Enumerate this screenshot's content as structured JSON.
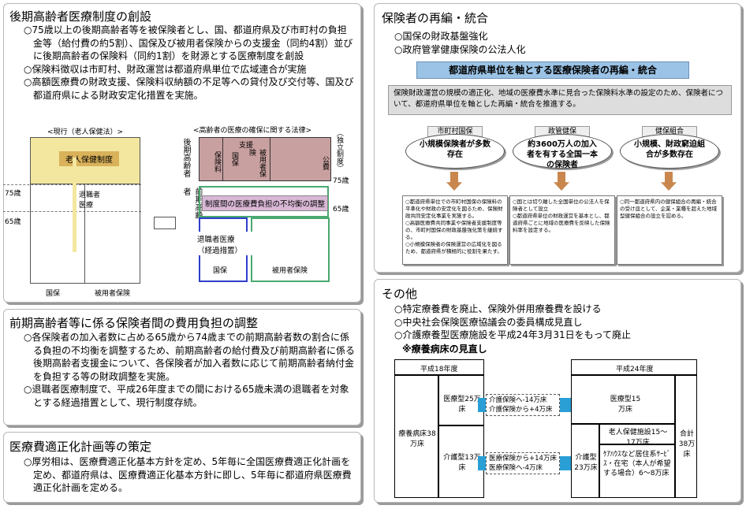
{
  "p1": {
    "title": "後期高齢者医療制度の創設",
    "bullets": [
      "○75歳以上の後期高齢者等を被保険者とし、国、都道府県及び市町村の負担金等（給付費の約5割）、国保及び被用者保険からの支援金（同約4割）並びに後期高齢者の保険料（同約1割）を財源とする医療制度を創設",
      "○保険料徴収は市町村、財政運営は都道府県単位で広域連合が実施",
      "○高額医療費の財政支援、保険料収納額の不足等への貸付及び交付等、国及び都道府県による財政安定化措置を実施。"
    ],
    "left_caption": "<現行（老人保健法）>",
    "right_caption": "<高齢者の医療の確保に関する法律>",
    "roken": "老人保健制度",
    "taishokusha": "退職者医療",
    "age75": "75歳",
    "age65": "65歳",
    "kokuho": "国保",
    "hiyosha": "被用者保険",
    "kouki_label": "後期高齢者",
    "zenki_label": "前期高齢者",
    "hokenryo": "保険料",
    "shien": "支援",
    "kokuho_small": "国保",
    "hiyosha_small": "被用者保険",
    "kouhi": "公費",
    "dokuritsu": "（独立制度）",
    "futan": "制度間の医療費負担の不均衡の調整",
    "taishoku_new": "退職者医療（経過措置）",
    "kokuho_r": "国保",
    "hiyosha_r": "被用者保険",
    "age75r": "75歳",
    "age65r": "65歳"
  },
  "p2": {
    "title": "前期高齢者等に係る保険者間の費用負担の調整",
    "bullets": [
      "○各保険者の加入者数に占める65歳から74歳までの前期高齢者数の割合に係る負担の不均衡を調整するため、前期高齢者の給付費及び前期高齢者に係る後期高齢者支援金について、各保険者が加入者数に応じて前期高齢者納付金を負担する等の財政調整を実施。",
      "○退職者医療制度で、平成26年度までの間における65歳未満の退職者を対象とする経過措置として、現行制度存続。"
    ]
  },
  "p3": {
    "title": "医療費適正化計画等の策定",
    "bullets": [
      "○厚労相は、医療費適正化基本方針を定め、5年毎に全国医療費適正化計画を定め、都道府県は、医療費適正化基本方針に即し、5年毎に都道府県医療費適正化計画を定める。"
    ]
  },
  "p4": {
    "title": "保険者の再編・統合",
    "bullets": [
      "○国保の財政基盤強化",
      "○政府管掌健康保険の公法人化"
    ],
    "banner": "都道府県単位を軸とする医療保険者の再編・統合",
    "desc": "保険財政運営の規模の適正化、地域の医療費水準に見合った保険料水準の設定のため、保険者について、都道府県単位を軸とした再編・統合を推進する。",
    "cols": [
      {
        "tab": "市町村国保",
        "oval": "小規模保険者が多数存在",
        "notes": "○都道府県単位での市町村国保の保険料の平準化や財政の安定化を図るため、保険財政共同安定化事業を実施する。\n○高額医療費共同事業や保険者支援制度等の、市町村国保の財政基盤強化策を継続する。\n○小規模保険者の保険運営の広域化を図るため、都道府県が積極的に役割を果たす。"
      },
      {
        "tab": "政管健保",
        "oval": "約3600万人の加入者を有する全国一本の保険者",
        "notes": "○国とは切り離した全国単位の公法人を保険者として設立\n○都道府県単位の財政運営を基本とし、都道府県ごとに地域の医療費を反映した保険料率を設定する。"
      },
      {
        "tab": "健保組合",
        "oval": "小規模、財政窮迫組合が多数存在",
        "notes": "○同一都道府県内の健保組合の再編・統合の受け皿として、企業・業種を超えた地域型健保組合の設立を認める。"
      }
    ]
  },
  "p5": {
    "title": "その他",
    "bullets": [
      "○特定療養費を廃止、保険外併用療養費を設ける",
      "○中央社会保険医療協議会の委員構成見直し",
      "○介護療養型医療施設を平成24年3月31日をもって廃止"
    ],
    "sub": "※療養病床の見直し",
    "left_head": "平成18年度",
    "right_head": "平成24年度",
    "ryoyo": "療養病床38万床",
    "iryo_l": "医療型25万床",
    "kaigo_l": "介護型13万床",
    "arrow1": "介護保険へ-14万床\n介護保険から+4万床",
    "arrow2": "医療保険から+14万床\n医療保険へ-4万床",
    "iryo_r": "医療型15万床",
    "kaigo_r": "介護型23万床",
    "roujin": "老人保健施設15～17万床",
    "care": "ｹｱﾊｳｽなど居住系ｻｰﾋﾞｽ・在宅（本人が希望する場合）6～8万床",
    "total": "合計38万床"
  }
}
